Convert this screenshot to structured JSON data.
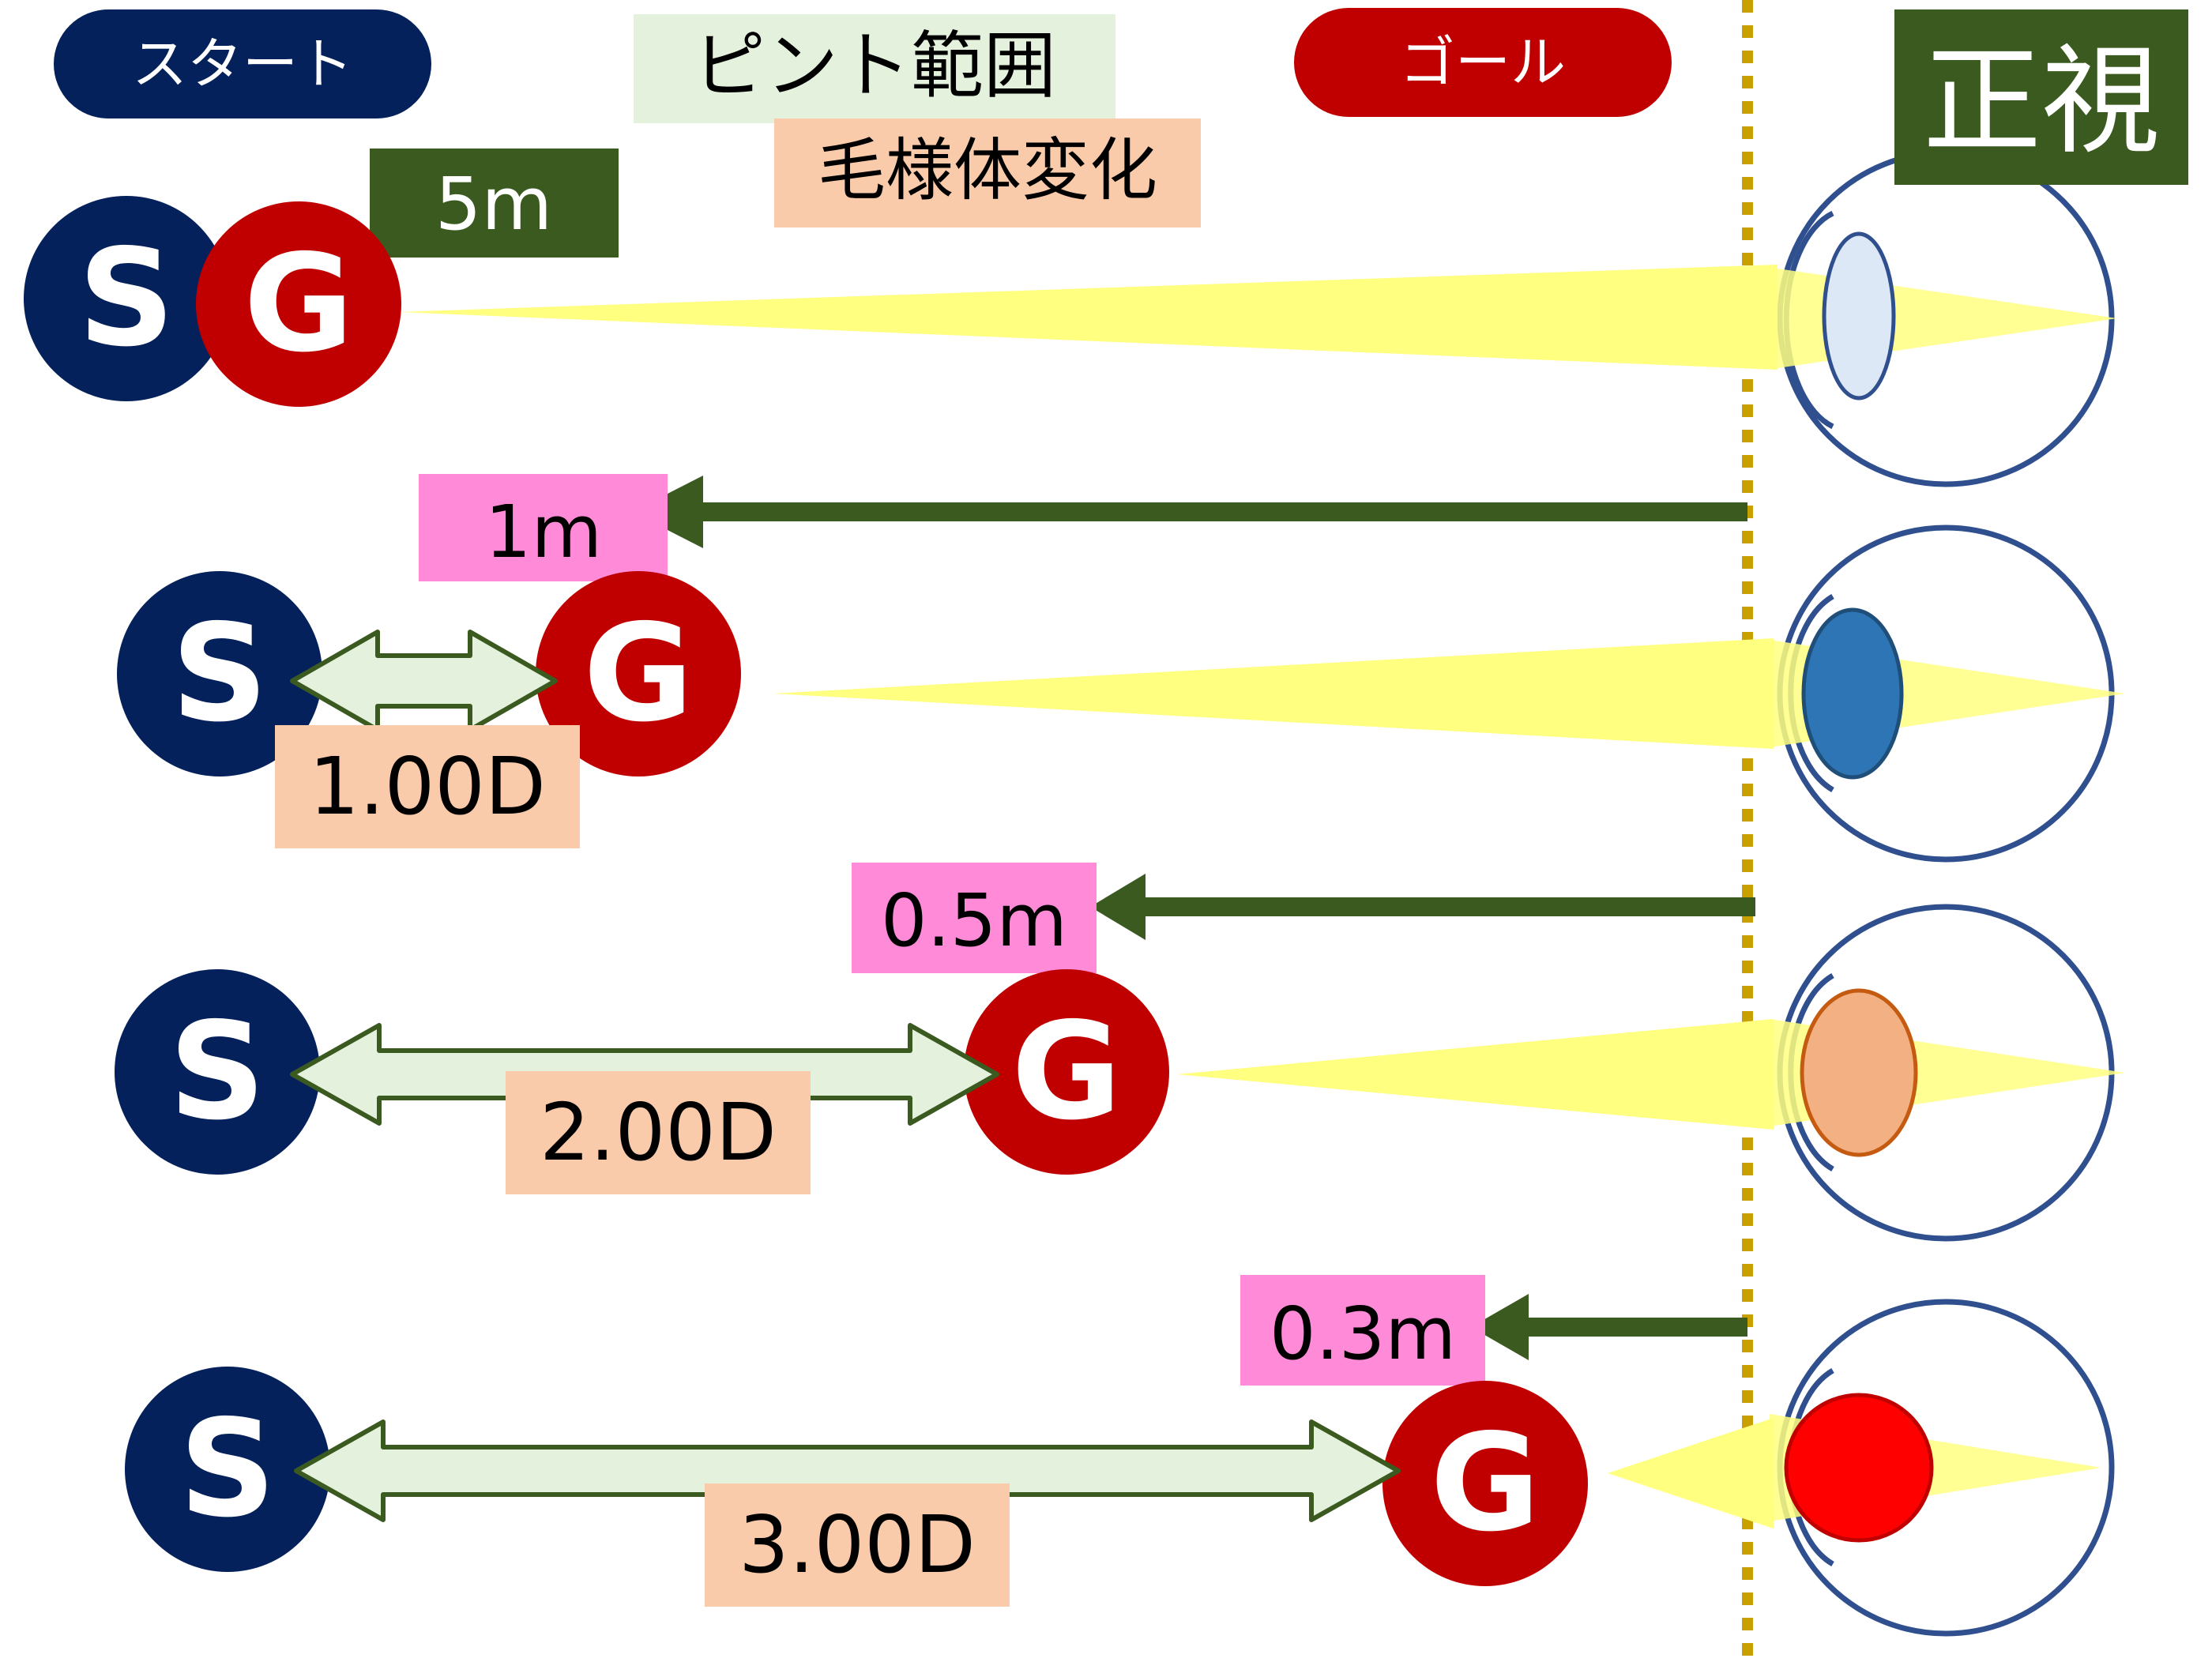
{
  "legend": {
    "start": "スタート",
    "goal": "ゴール",
    "focus_range": "ピント範囲",
    "ciliary_change": "毛様体変化",
    "title": "正視"
  },
  "markers": {
    "start_letter": "S",
    "goal_letter": "G"
  },
  "rows": [
    {
      "distance": "5m",
      "accommodation": "",
      "lens_state": "relaxed"
    },
    {
      "distance": "1m",
      "accommodation": "1.00D",
      "lens_state": "mild"
    },
    {
      "distance": "0.5m",
      "accommodation": "2.00D",
      "lens_state": "moderate"
    },
    {
      "distance": "0.3m",
      "accommodation": "3.00D",
      "lens_state": "strong"
    }
  ],
  "colors": {
    "start": "#05215c",
    "goal": "#c00000",
    "dark_green": "#3a5a20",
    "focus_range_bg": "#e4f1dc",
    "ciliary_bg": "#f9cbaa",
    "distance_bg": "#ff8bd8",
    "light_beam": "#ffff80",
    "eye_outline": "#2f4f8f",
    "dotted_line": "#c8a000",
    "lens_row1": "#dce8f5",
    "lens_row2": "#2e75b6",
    "lens_row3": "#f3b083",
    "lens_row4": "#ff0000"
  }
}
